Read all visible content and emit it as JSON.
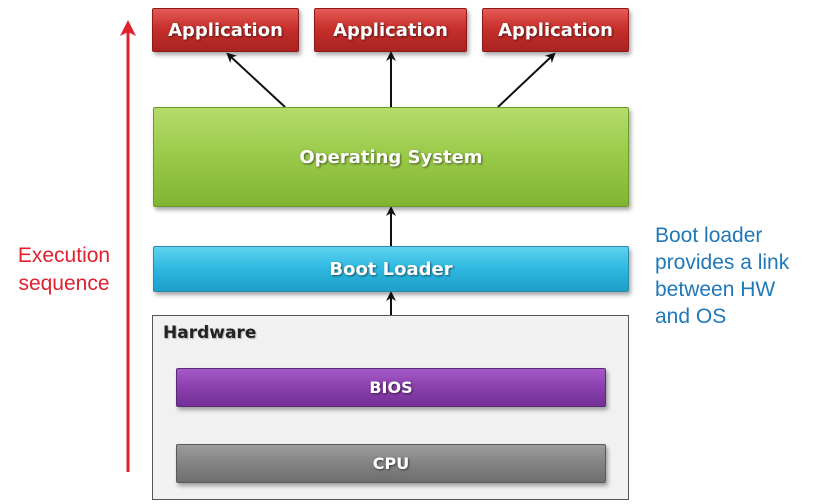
{
  "diagram": {
    "applications": [
      "Application",
      "Application",
      "Application"
    ],
    "operating_system": "Operating System",
    "boot_loader": "Boot Loader",
    "hardware": {
      "label": "Hardware",
      "bios": "BIOS",
      "cpu": "CPU"
    },
    "execution_label_line1": "Execution",
    "execution_label_line2": "sequence",
    "note_lines": [
      "Boot loader",
      "provides a link",
      "between HW",
      "and OS"
    ]
  },
  "colors": {
    "application": "#c8302c",
    "operating_system": "#99c948",
    "boot_loader": "#2db8e0",
    "bios": "#8a3fad",
    "cpu": "#838383",
    "execution_arrow": "#e0202f",
    "note_text": "#1f78b8"
  }
}
